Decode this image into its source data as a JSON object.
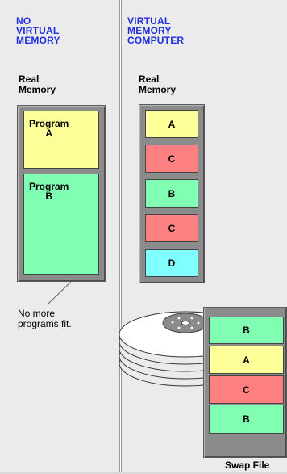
{
  "left_panel": {
    "title": "NO\nVIRTUAL\nMEMORY",
    "memory_label": "Real\nMemory",
    "programs": [
      {
        "label": "Program\n   A",
        "color": "#ffff99"
      },
      {
        "label": "Program\n   B",
        "color": "#80ffb3"
      }
    ],
    "note": "No more\nprograms fit."
  },
  "right_panel": {
    "title": "VIRTUAL\nMEMORY\nCOMPUTER",
    "memory_label": "Real\nMemory",
    "real_memory_blocks": [
      {
        "label": "A",
        "color": "#ffff99"
      },
      {
        "label": "C",
        "color": "#ff8080"
      },
      {
        "label": "B",
        "color": "#80ffb3"
      },
      {
        "label": "C",
        "color": "#ff8080"
      },
      {
        "label": "D",
        "color": "#80ffff"
      }
    ],
    "swap_blocks": [
      {
        "label": "B",
        "color": "#80ffb3"
      },
      {
        "label": "A",
        "color": "#ffff99"
      },
      {
        "label": "C",
        "color": "#ff8080"
      },
      {
        "label": "B",
        "color": "#80ffb3"
      }
    ],
    "swap_label": "Swap File"
  },
  "colors": {
    "title_blue": "#1f2fe0",
    "panel_bg": "#ebebeb",
    "frame_gray": "#8b8b8b"
  }
}
